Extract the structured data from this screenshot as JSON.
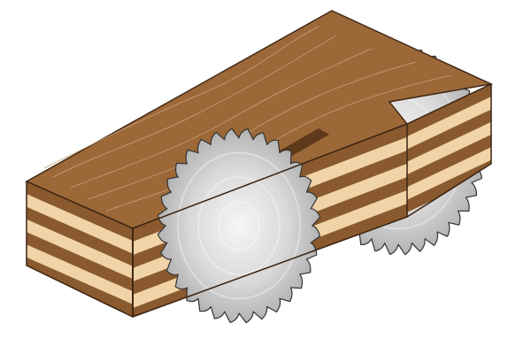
{
  "illustration": {
    "subject": "circular-saw-blades-cutting-layered-plywood-beam",
    "colors": {
      "background": "#ffffff",
      "wood_dark": "#8a5a2e",
      "wood_top": "#9c6838",
      "wood_grain": "#c8a07a",
      "wood_light": "#f0d4a8",
      "outline": "#3b2412",
      "blade_light": "#f2f2f2",
      "blade_mid": "#cfcfcf",
      "blade_dark": "#9a9a9a",
      "blade_outline": "#333333"
    },
    "blades": [
      {
        "name": "back-blade",
        "teeth": 36
      },
      {
        "name": "front-blade",
        "teeth": 32
      }
    ],
    "ply_layers": 7
  }
}
